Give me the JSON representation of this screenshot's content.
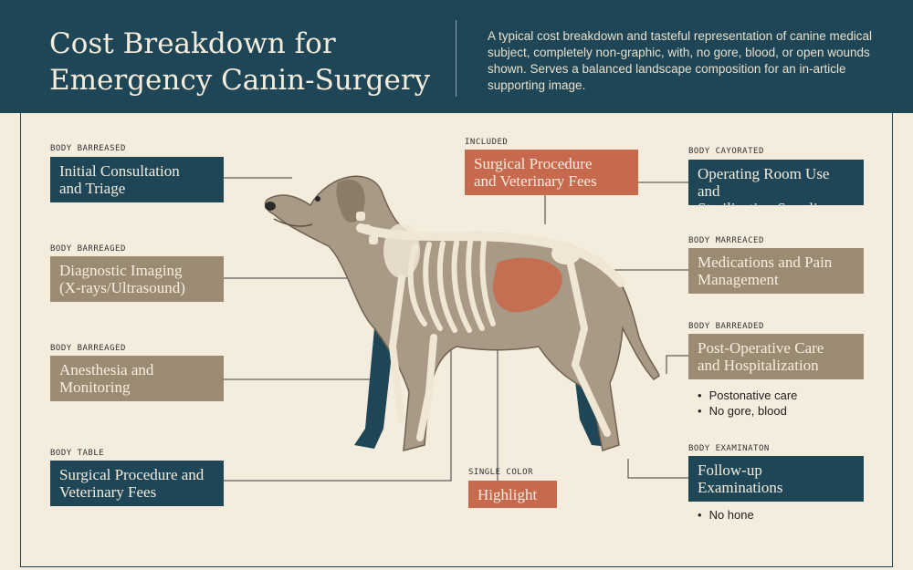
{
  "header": {
    "title": "Cost Breakdown for\nEmergency Canin-Surgery",
    "description": "A typical cost breakdown and tasteful representation of canine medical subject, completely non-graphic, with, no gore, blood, or open wounds shown. Serves a balanced landscape composition for an in-article supporting image."
  },
  "left_items": [
    {
      "category": "BODY BARREASED",
      "label": "Initial Consultation\nand Triage",
      "style": "teal"
    },
    {
      "category": "BODY BARREAGED",
      "label": "Diagnostic Imaging\n(X-rays/Ultrasound)",
      "style": "taupe"
    },
    {
      "category": "BODY BARREAGED",
      "label": "Anesthesia and\nMonitoring",
      "style": "taupe"
    },
    {
      "category": "BODY TABLE",
      "label": "Surgical Procedure and\nVeterinary Fees",
      "style": "teal"
    }
  ],
  "center_items": [
    {
      "category": "INCLUDED",
      "label": "Surgical Procedure\nand Veterinary Fees",
      "style": "rust"
    },
    {
      "category": "SINGLE COLOR",
      "label": "Highlight",
      "style": "rust"
    }
  ],
  "right_items": [
    {
      "category": "BODY CAYORATED",
      "label": "Operating Room Use and\nSterilization Supplies",
      "style": "teal",
      "bullets": []
    },
    {
      "category": "BODY MARREACED",
      "label": "Medications and Pain\nManagement",
      "style": "taupe",
      "bullets": []
    },
    {
      "category": "BODY BARREADED",
      "label": "Post-Operative Care\nand Hospitalization",
      "style": "taupe",
      "bullets": [
        "Postonative care",
        "No gore, blood"
      ]
    },
    {
      "category": "BODY EXAMINATON",
      "label": "Follow-up\nExaminations",
      "style": "teal",
      "bullets": [
        "No hone"
      ]
    }
  ],
  "colors": {
    "teal": "#1e4656",
    "taupe": "#9c8b73",
    "rust": "#c7694c",
    "background": "#f4ecdc",
    "dog_body": "#a89a86",
    "bone": "#efe6d4"
  },
  "icons": [
    "dog-illustration"
  ]
}
